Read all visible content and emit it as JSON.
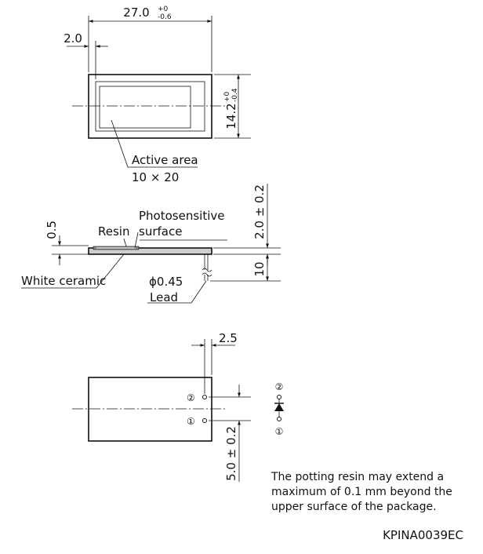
{
  "top_view": {
    "width_dim": "27.0",
    "width_tol_upper": "+0",
    "width_tol_lower": "-0.6",
    "frame_dim": "2.0",
    "height_dim": "14.2",
    "height_tol_upper": "+0",
    "height_tol_lower": "-0.4",
    "active_area_label": "Active area",
    "active_area_size": "10 × 20"
  },
  "side_view": {
    "resin_label": "Resin",
    "photosensitive_line1": "Photosensitive",
    "photosensitive_line2": "surface",
    "thickness_dim": "0.5",
    "height_dim": "2.0 ± 0.2",
    "lead_length_dim": "10",
    "white_ceramic_label": "White ceramic",
    "lead_diameter": "ϕ0.45",
    "lead_label": "Lead"
  },
  "bottom_view": {
    "pin_offset_dim": "2.5",
    "pin_pitch_dim": "5.0 ± 0.2",
    "pin2_label": "②",
    "pin1_label": "①"
  },
  "symbol": {
    "pin2_label": "②",
    "pin1_label": "①"
  },
  "note": {
    "line1": "The potting resin may extend a",
    "line2": "maximum of 0.1 mm beyond the",
    "line3": "upper surface of the package."
  },
  "drawing_code": "KPINA0039EC"
}
